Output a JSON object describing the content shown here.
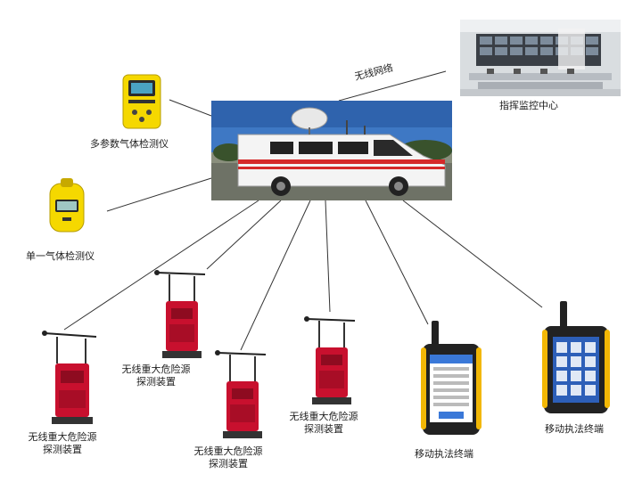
{
  "labels": {
    "network": "无线网络",
    "command_center": "指挥监控中心",
    "multi_gas": "多参数气体检测仪",
    "single_gas": "单一气体检测仪",
    "detector_line1": "无线重大危险源",
    "detector_line2": "探测装置",
    "mobile_terminal": "移动执法终端"
  },
  "colors": {
    "line": "#333333",
    "detector_red": "#c8102e",
    "gas_yellow": "#f5d800",
    "phone_yellow": "#f2b705"
  }
}
